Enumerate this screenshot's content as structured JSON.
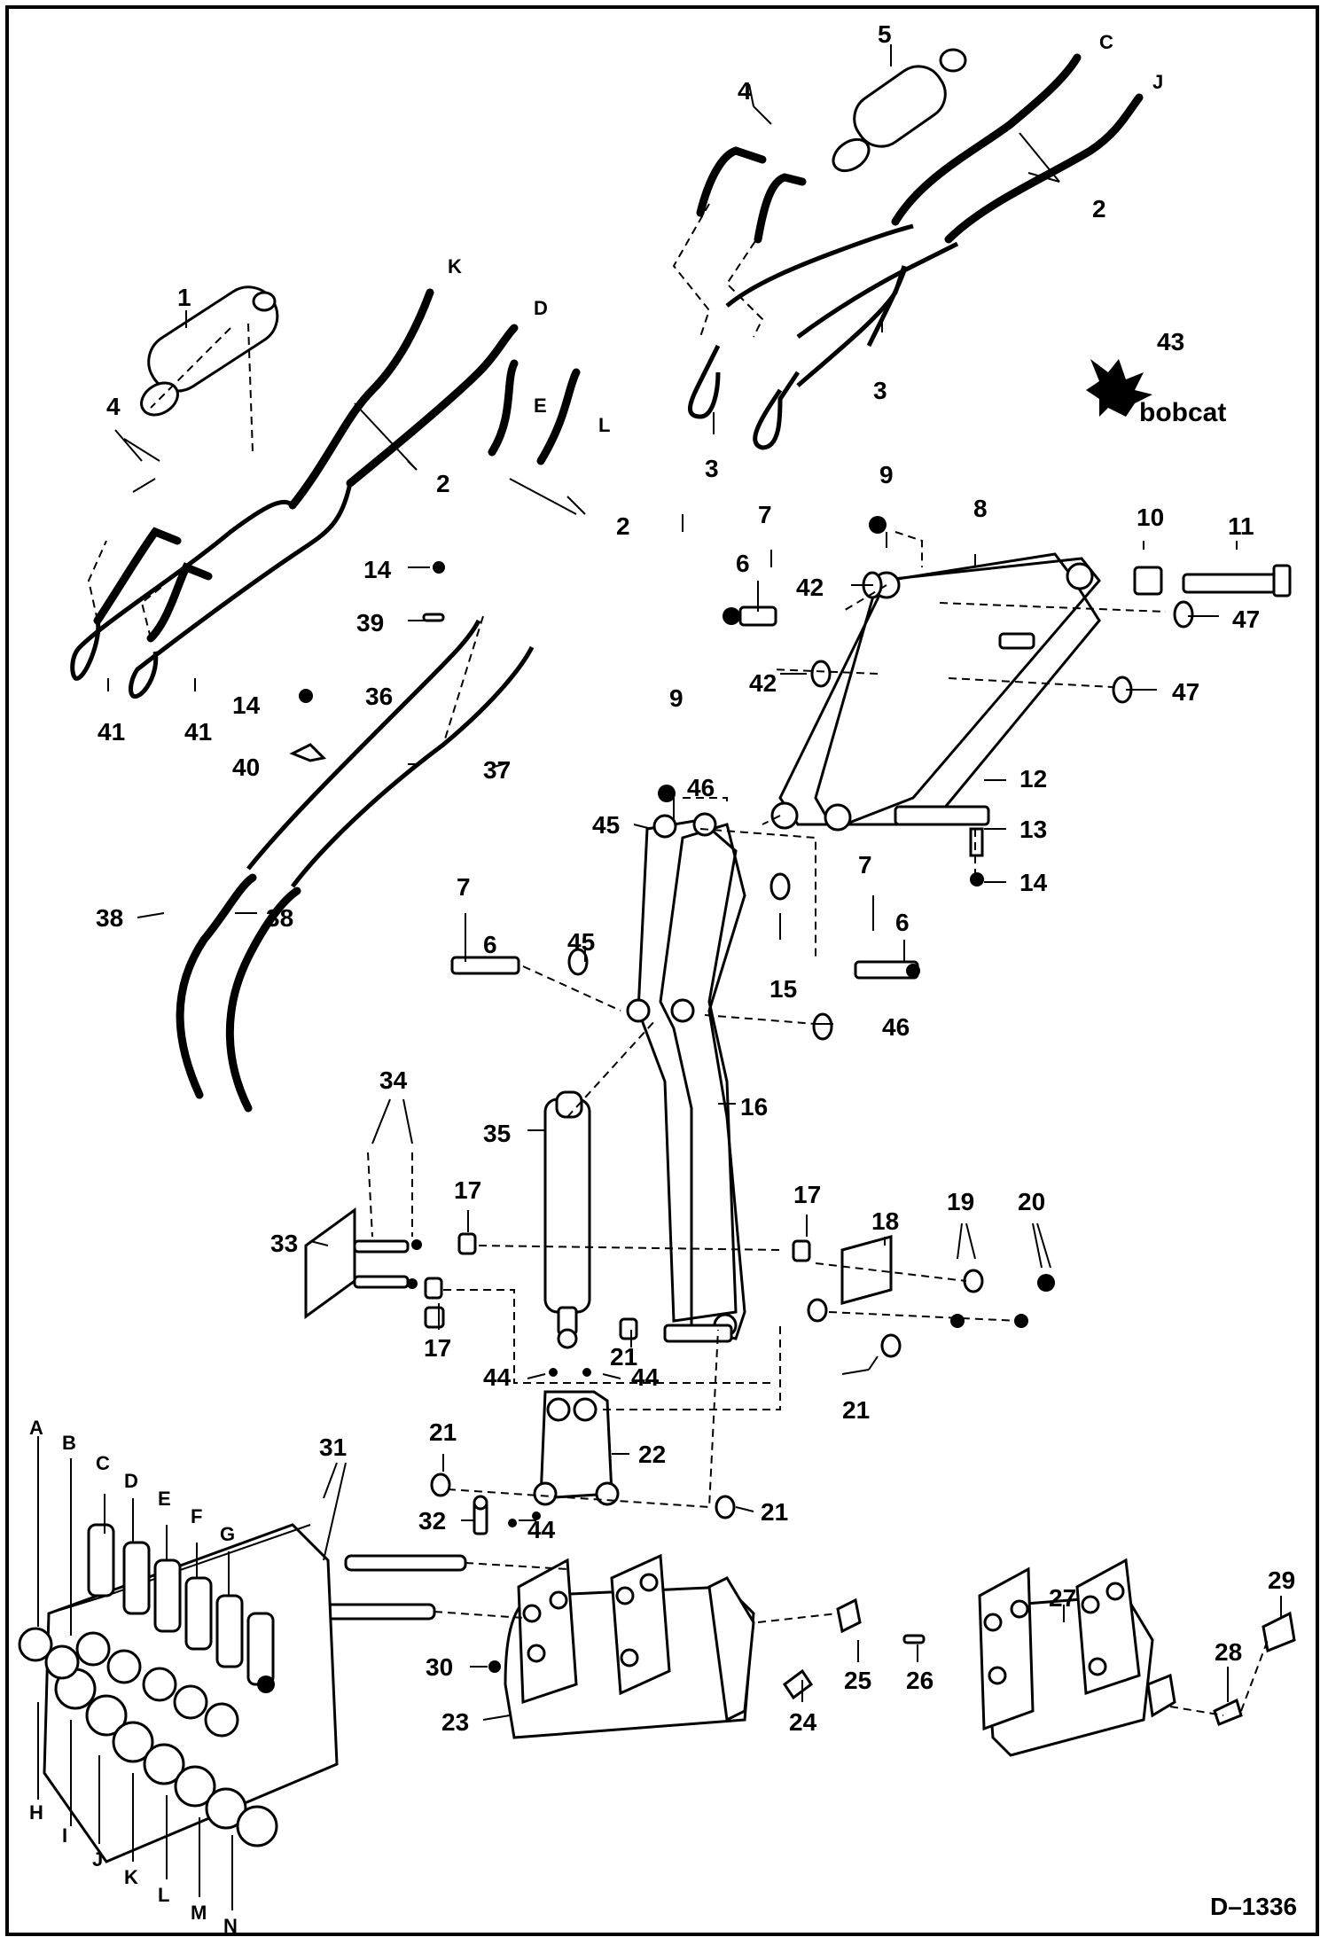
{
  "figure_id": "D–1336",
  "logo_text": "bobcat",
  "valve_section_labels": [
    "A",
    "B",
    "C",
    "D",
    "E",
    "F",
    "G",
    "H",
    "I",
    "J",
    "K",
    "L",
    "M",
    "N"
  ],
  "callouts": [
    {
      "id": "1",
      "text": "1"
    },
    {
      "id": "2a",
      "text": "2"
    },
    {
      "id": "2b",
      "text": "2"
    },
    {
      "id": "2c",
      "text": "2"
    },
    {
      "id": "3a",
      "text": "3"
    },
    {
      "id": "3b",
      "text": "3"
    },
    {
      "id": "4a",
      "text": "4"
    },
    {
      "id": "4b",
      "text": "4"
    },
    {
      "id": "5",
      "text": "5"
    },
    {
      "id": "6a",
      "text": "6"
    },
    {
      "id": "6b",
      "text": "6"
    },
    {
      "id": "6c",
      "text": "6"
    },
    {
      "id": "7a",
      "text": "7"
    },
    {
      "id": "7b",
      "text": "7"
    },
    {
      "id": "7c",
      "text": "7"
    },
    {
      "id": "8",
      "text": "8"
    },
    {
      "id": "9a",
      "text": "9"
    },
    {
      "id": "9b",
      "text": "9"
    },
    {
      "id": "10",
      "text": "10"
    },
    {
      "id": "11",
      "text": "11"
    },
    {
      "id": "12",
      "text": "12"
    },
    {
      "id": "13",
      "text": "13"
    },
    {
      "id": "14a",
      "text": "14"
    },
    {
      "id": "14b",
      "text": "14"
    },
    {
      "id": "14c",
      "text": "14"
    },
    {
      "id": "15",
      "text": "15"
    },
    {
      "id": "16",
      "text": "16"
    },
    {
      "id": "17a",
      "text": "17"
    },
    {
      "id": "17b",
      "text": "17"
    },
    {
      "id": "17c",
      "text": "17"
    },
    {
      "id": "18",
      "text": "18"
    },
    {
      "id": "19",
      "text": "19"
    },
    {
      "id": "20",
      "text": "20"
    },
    {
      "id": "21a",
      "text": "21"
    },
    {
      "id": "21b",
      "text": "21"
    },
    {
      "id": "21c",
      "text": "21"
    },
    {
      "id": "21d",
      "text": "21"
    },
    {
      "id": "22",
      "text": "22"
    },
    {
      "id": "23",
      "text": "23"
    },
    {
      "id": "24",
      "text": "24"
    },
    {
      "id": "25",
      "text": "25"
    },
    {
      "id": "26",
      "text": "26"
    },
    {
      "id": "27",
      "text": "27"
    },
    {
      "id": "28",
      "text": "28"
    },
    {
      "id": "29",
      "text": "29"
    },
    {
      "id": "30",
      "text": "30"
    },
    {
      "id": "31",
      "text": "31"
    },
    {
      "id": "32",
      "text": "32"
    },
    {
      "id": "33",
      "text": "33"
    },
    {
      "id": "34",
      "text": "34"
    },
    {
      "id": "35",
      "text": "35"
    },
    {
      "id": "36",
      "text": "36"
    },
    {
      "id": "37",
      "text": "37"
    },
    {
      "id": "38a",
      "text": "38"
    },
    {
      "id": "38b",
      "text": "38"
    },
    {
      "id": "39",
      "text": "39"
    },
    {
      "id": "40",
      "text": "40"
    },
    {
      "id": "41a",
      "text": "41"
    },
    {
      "id": "41b",
      "text": "41"
    },
    {
      "id": "42a",
      "text": "42"
    },
    {
      "id": "42b",
      "text": "42"
    },
    {
      "id": "43",
      "text": "43"
    },
    {
      "id": "44a",
      "text": "44"
    },
    {
      "id": "44b",
      "text": "44"
    },
    {
      "id": "44c",
      "text": "44"
    },
    {
      "id": "45a",
      "text": "45"
    },
    {
      "id": "45b",
      "text": "45"
    },
    {
      "id": "46a",
      "text": "46"
    },
    {
      "id": "46b",
      "text": "46"
    },
    {
      "id": "47a",
      "text": "47"
    },
    {
      "id": "47b",
      "text": "47"
    }
  ],
  "hose_end_letters": [
    {
      "id": "C",
      "text": "C"
    },
    {
      "id": "J",
      "text": "J"
    },
    {
      "id": "K",
      "text": "K"
    },
    {
      "id": "D",
      "text": "D"
    },
    {
      "id": "E",
      "text": "E"
    },
    {
      "id": "L",
      "text": "L"
    }
  ]
}
